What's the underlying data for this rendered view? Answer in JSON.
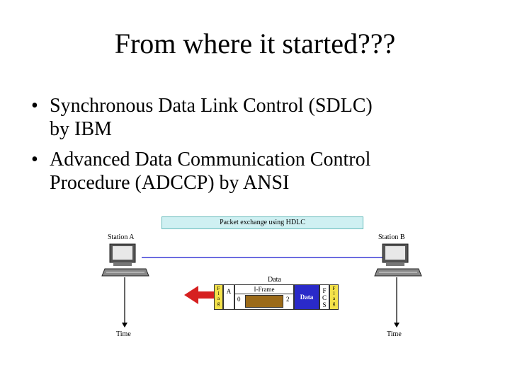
{
  "title": "From where it started???",
  "bullets": [
    {
      "line1": "Synchronous Data Link Control (SDLC)",
      "line2": "by IBM"
    },
    {
      "line1": "Advanced Data Communication Control",
      "line2": "Procedure (ADCCP) by ANSI"
    }
  ],
  "diagram": {
    "banner": "Packet exchange using HDLC",
    "station_a": "Station A",
    "station_b": "Station B",
    "data_label": "Data",
    "time_a": "Time",
    "time_b": "Time",
    "frame": {
      "flag_left": "F\nl\na\ng",
      "address": "A",
      "iframe_label": "I-Frame",
      "seq_left": "0",
      "seq_right": "2",
      "data": "Data",
      "fcs": "F\nC\nS",
      "flag_right": "F\nl\na\ng"
    }
  },
  "colors": {
    "flag": "#f4e24a",
    "data": "#2a2ac9",
    "arrow": "#d62020",
    "link": "#3b3bd6",
    "banner": "#cff0f2"
  }
}
